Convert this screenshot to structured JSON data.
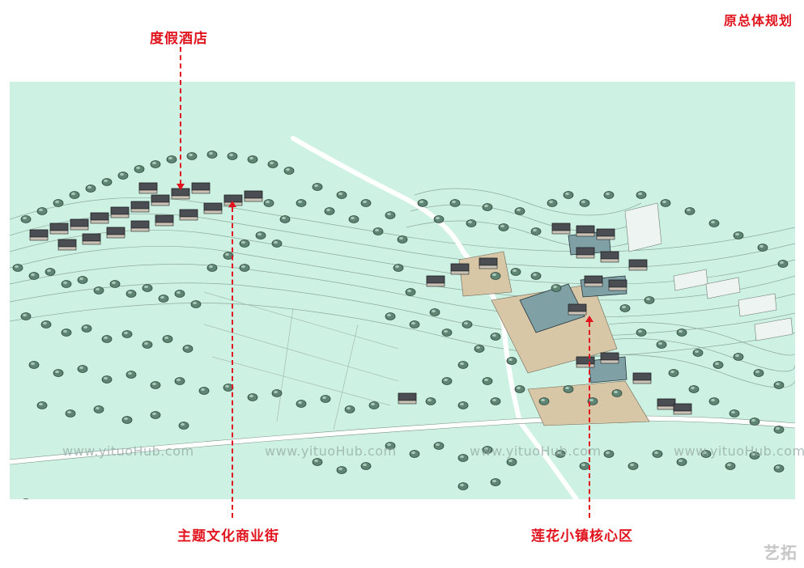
{
  "page_title": "原总体规划",
  "callouts": {
    "resort_hotel": "度假酒店",
    "theme_street": "主题文化商业街",
    "town_core": "莲花小镇核心区"
  },
  "watermarks": [
    "www.yituoHub.com",
    "www.yituoHub.com",
    "www.yituoHub.com",
    "www.yituoHub.com"
  ],
  "logo": "艺拓",
  "colors": {
    "accent": "#e1141e",
    "ground": "#cdf2e3",
    "tree": "#5e8573"
  }
}
